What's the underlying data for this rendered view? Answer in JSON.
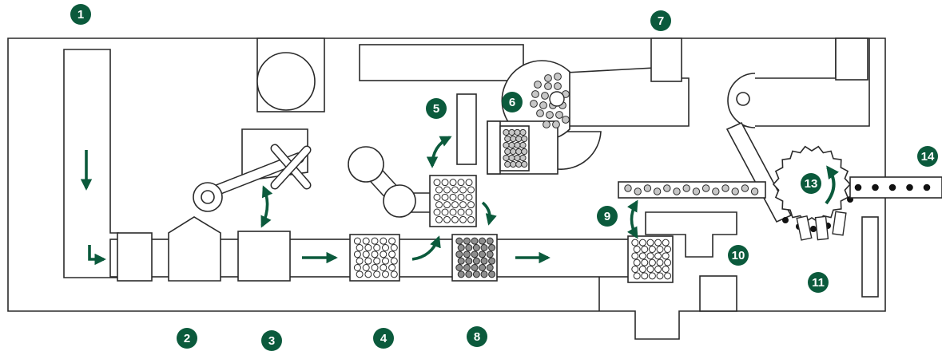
{
  "diagram": {
    "accent": "#0b5a3c",
    "line": "#2a2a2a",
    "ball_grey": "#c7c7c7",
    "ball_dark_grey": "#8e8e8e",
    "ball_black": "#111111",
    "markers": [
      {
        "id": "m1",
        "label": "1"
      },
      {
        "id": "m2",
        "label": "2"
      },
      {
        "id": "m3",
        "label": "3"
      },
      {
        "id": "m4",
        "label": "4"
      },
      {
        "id": "m5",
        "label": "5"
      },
      {
        "id": "m6",
        "label": "6"
      },
      {
        "id": "m7",
        "label": "7"
      },
      {
        "id": "m8",
        "label": "8"
      },
      {
        "id": "m9",
        "label": "9"
      },
      {
        "id": "m10",
        "label": "10"
      },
      {
        "id": "m11",
        "label": "11"
      },
      {
        "id": "m13",
        "label": "13"
      },
      {
        "id": "m14",
        "label": "14"
      }
    ]
  }
}
